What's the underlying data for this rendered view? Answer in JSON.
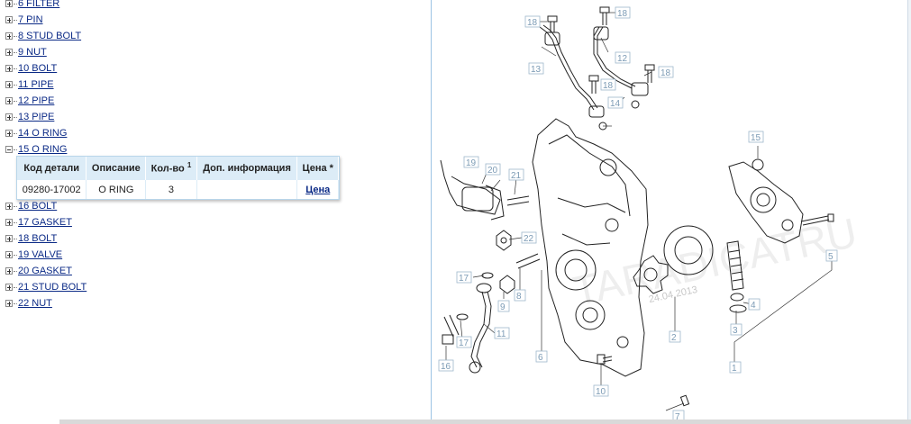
{
  "tree": {
    "items": [
      {
        "label": "6 FILTER",
        "expanded": false
      },
      {
        "label": "7 PIN",
        "expanded": false
      },
      {
        "label": "8 STUD BOLT",
        "expanded": false
      },
      {
        "label": "9 NUT",
        "expanded": false
      },
      {
        "label": "10 BOLT",
        "expanded": false
      },
      {
        "label": "11 PIPE",
        "expanded": false
      },
      {
        "label": "12 PIPE",
        "expanded": false
      },
      {
        "label": "13 PIPE",
        "expanded": false
      },
      {
        "label": "14 O RING",
        "expanded": false
      },
      {
        "label": "15 O RING",
        "expanded": true
      },
      {
        "label": "16 BOLT",
        "expanded": false
      },
      {
        "label": "17 GASKET",
        "expanded": false
      },
      {
        "label": "18 BOLT",
        "expanded": false
      },
      {
        "label": "19 VALVE",
        "expanded": false
      },
      {
        "label": "20 GASKET",
        "expanded": false
      },
      {
        "label": "21 STUD BOLT",
        "expanded": false
      },
      {
        "label": "22 NUT",
        "expanded": false
      }
    ]
  },
  "details": {
    "headers": {
      "code": "Код детали",
      "desc": "Описание",
      "qty": "Кол-во",
      "qty_note": "1",
      "info": "Доп. информация",
      "price": "Цена *"
    },
    "row": {
      "code": "09280-17002",
      "desc": "O RING",
      "qty": "3",
      "info": "",
      "price": "Цена"
    }
  },
  "diagram": {
    "watermark": "TARADICATRU",
    "date": "24.04.2013",
    "callouts": {
      "c1": "1",
      "c2": "2",
      "c3": "3",
      "c4": "4",
      "c5": "5",
      "c6": "6",
      "c7": "7",
      "c8": "8",
      "c9": "9",
      "c10": "10",
      "c11": "11",
      "c12": "12",
      "c13": "13",
      "c14": "14",
      "c15": "15",
      "c16": "16",
      "c17a": "17",
      "c17b": "17",
      "c18a": "18",
      "c18b": "18",
      "c18c": "18",
      "c18d": "18",
      "c19": "19",
      "c20": "20",
      "c21": "21",
      "c22": "22"
    }
  }
}
